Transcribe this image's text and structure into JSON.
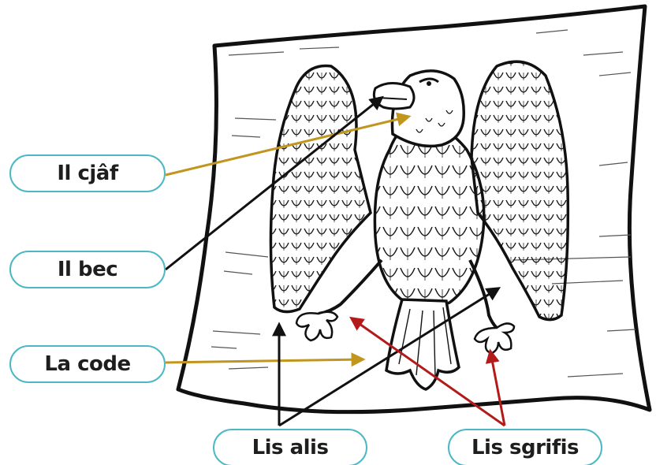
{
  "labels": {
    "head": "Il cjâf",
    "beak": "Il bec",
    "tail": "La code",
    "wings": "Lis alis",
    "claws": "Lis sgrifis"
  },
  "colors": {
    "label_border": "#4bb8c4",
    "arrow_head": "#c0961e",
    "arrow_beak": "#111111",
    "arrow_tail": "#c0961e",
    "arrow_wings": "#111111",
    "arrow_claws": "#b31b1b",
    "ink": "#1a1a1a"
  },
  "icons": {
    "flag": "flag-icon",
    "eagle": "heraldic-eagle-icon"
  }
}
